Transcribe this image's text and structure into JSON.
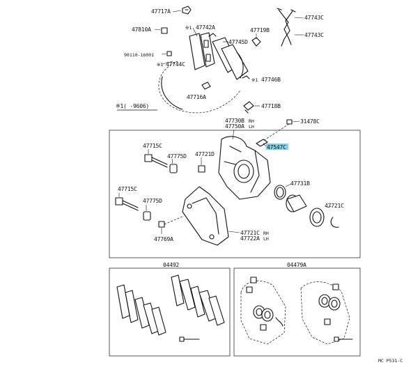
{
  "labels": {
    "p47717A": "47717A",
    "p47810A": "47810A",
    "p90110": "90110-16001",
    "p47742A": "47742A",
    "p47745D": "47745D",
    "p47719B": "47719B",
    "p47744C": "47744C",
    "p47746B": "47746B",
    "p47716A": "47716A",
    "p47718B": "47718B",
    "p47743C_a": "47743C",
    "p47743C_b": "47743C",
    "note1": "※1(  -9606)",
    "p47730B": "47730B",
    "p47750A": "47750A",
    "p31478C": "31478C",
    "p47547C": "47547C",
    "p47715C_a": "47715C",
    "p47775D_a": "47775D",
    "p47721D": "47721D",
    "p47731B": "47731B",
    "p47715C_b": "47715C",
    "p47775D_b": "47775D",
    "p47721C": "47721C",
    "p47721C_rh": "47721C",
    "p47722A_lh": "47722A",
    "p47769A": "47769A",
    "kit04492": "04492",
    "kit04479A": "04479A",
    "figcode": "MC  P531-C",
    "rh": "RH",
    "lh": "LH",
    "star": "※1",
    "star2": "※1",
    "star3": "※1"
  },
  "colors": {
    "highlight": "#7fd6e8",
    "ink": "#111111"
  }
}
